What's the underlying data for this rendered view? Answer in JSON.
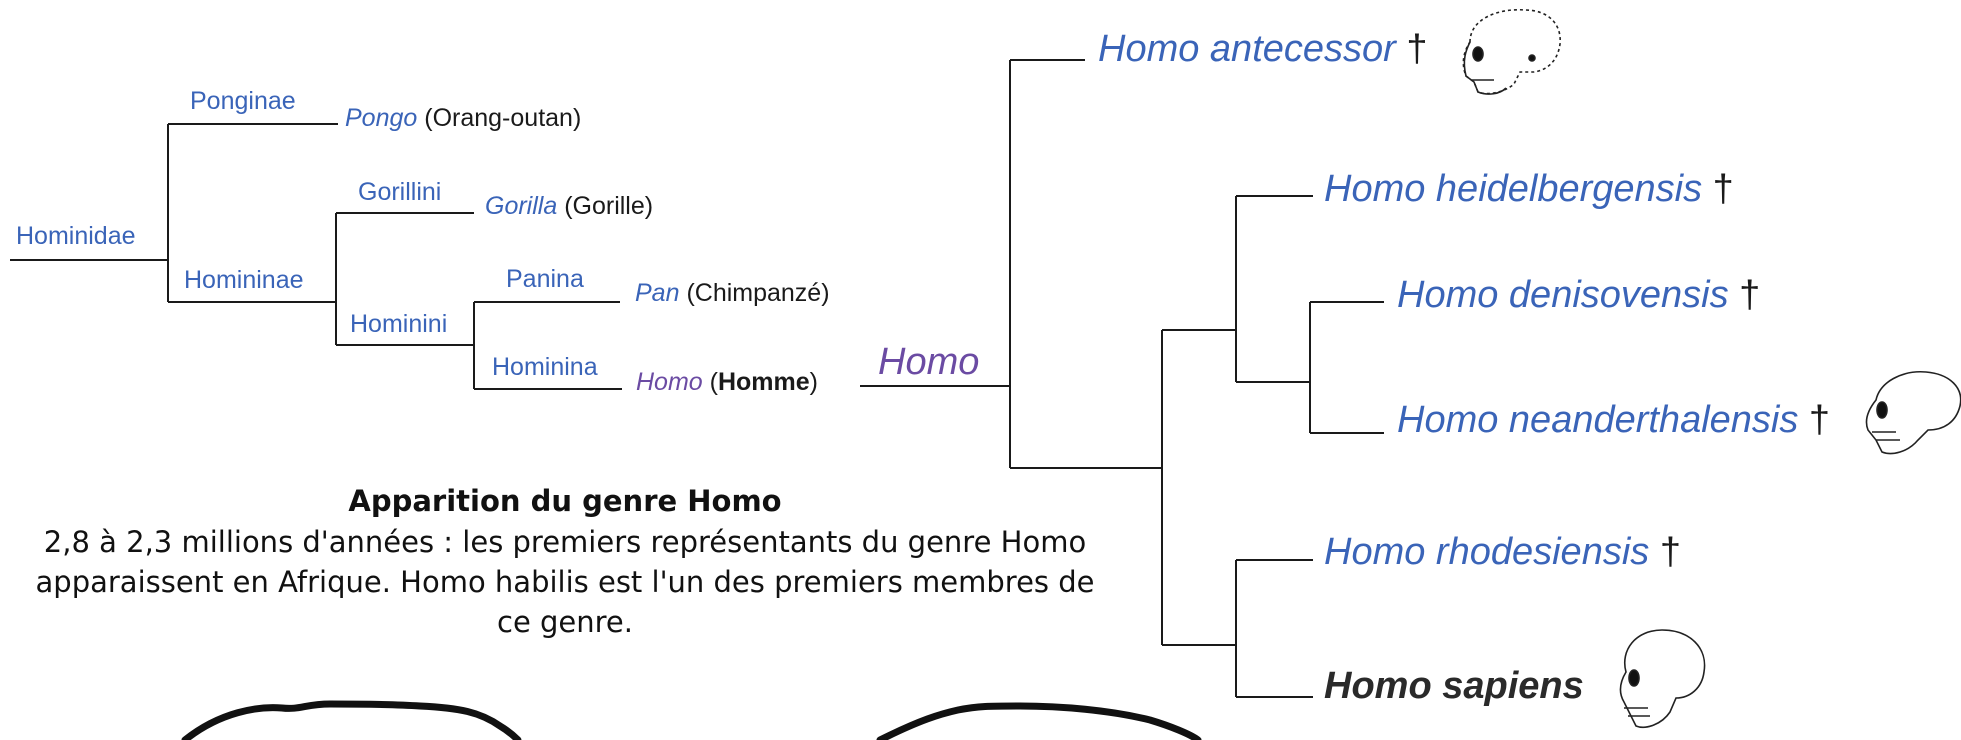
{
  "clades": {
    "hominidae": "Hominidae",
    "ponginae": "Ponginae",
    "homininae": "Homininae",
    "gorillini": "Gorillini",
    "hominini": "Hominini",
    "panina": "Panina",
    "hominina": "Hominina"
  },
  "taxa": {
    "pongo": {
      "genus": "Pongo",
      "common": "(Orang-outan)"
    },
    "gorilla": {
      "genus": "Gorilla",
      "common": "(Gorille)"
    },
    "pan": {
      "genus": "Pan",
      "common": "(Chimpanzé)"
    },
    "homo": {
      "genus": "Homo",
      "open": "(",
      "common": "Homme",
      "close": ")"
    }
  },
  "homo_label": "Homo",
  "dagger": "†",
  "species": {
    "antecessor": "Homo antecessor",
    "heidelbergensis": "Homo heidelbergensis",
    "denisovensis": "Homo denisovensis",
    "neanderthalensis": "Homo neanderthalensis",
    "rhodesiensis": "Homo rhodesiensis",
    "sapiens": "Homo sapiens"
  },
  "info": {
    "title": "Apparition du genre Homo",
    "text": "2,8 à 2,3 millions d'années : les premiers représentants du genre Homo apparaissent en Afrique. Homo habilis est l'un des premiers membres de ce genre."
  },
  "colors": {
    "clade": "#3a64b8",
    "homo": "#6b4ba3",
    "line": "#1a1a1a"
  },
  "icons": [
    "skull-icon-antecessor",
    "skull-icon-neanderthalensis",
    "skull-icon-sapiens"
  ]
}
